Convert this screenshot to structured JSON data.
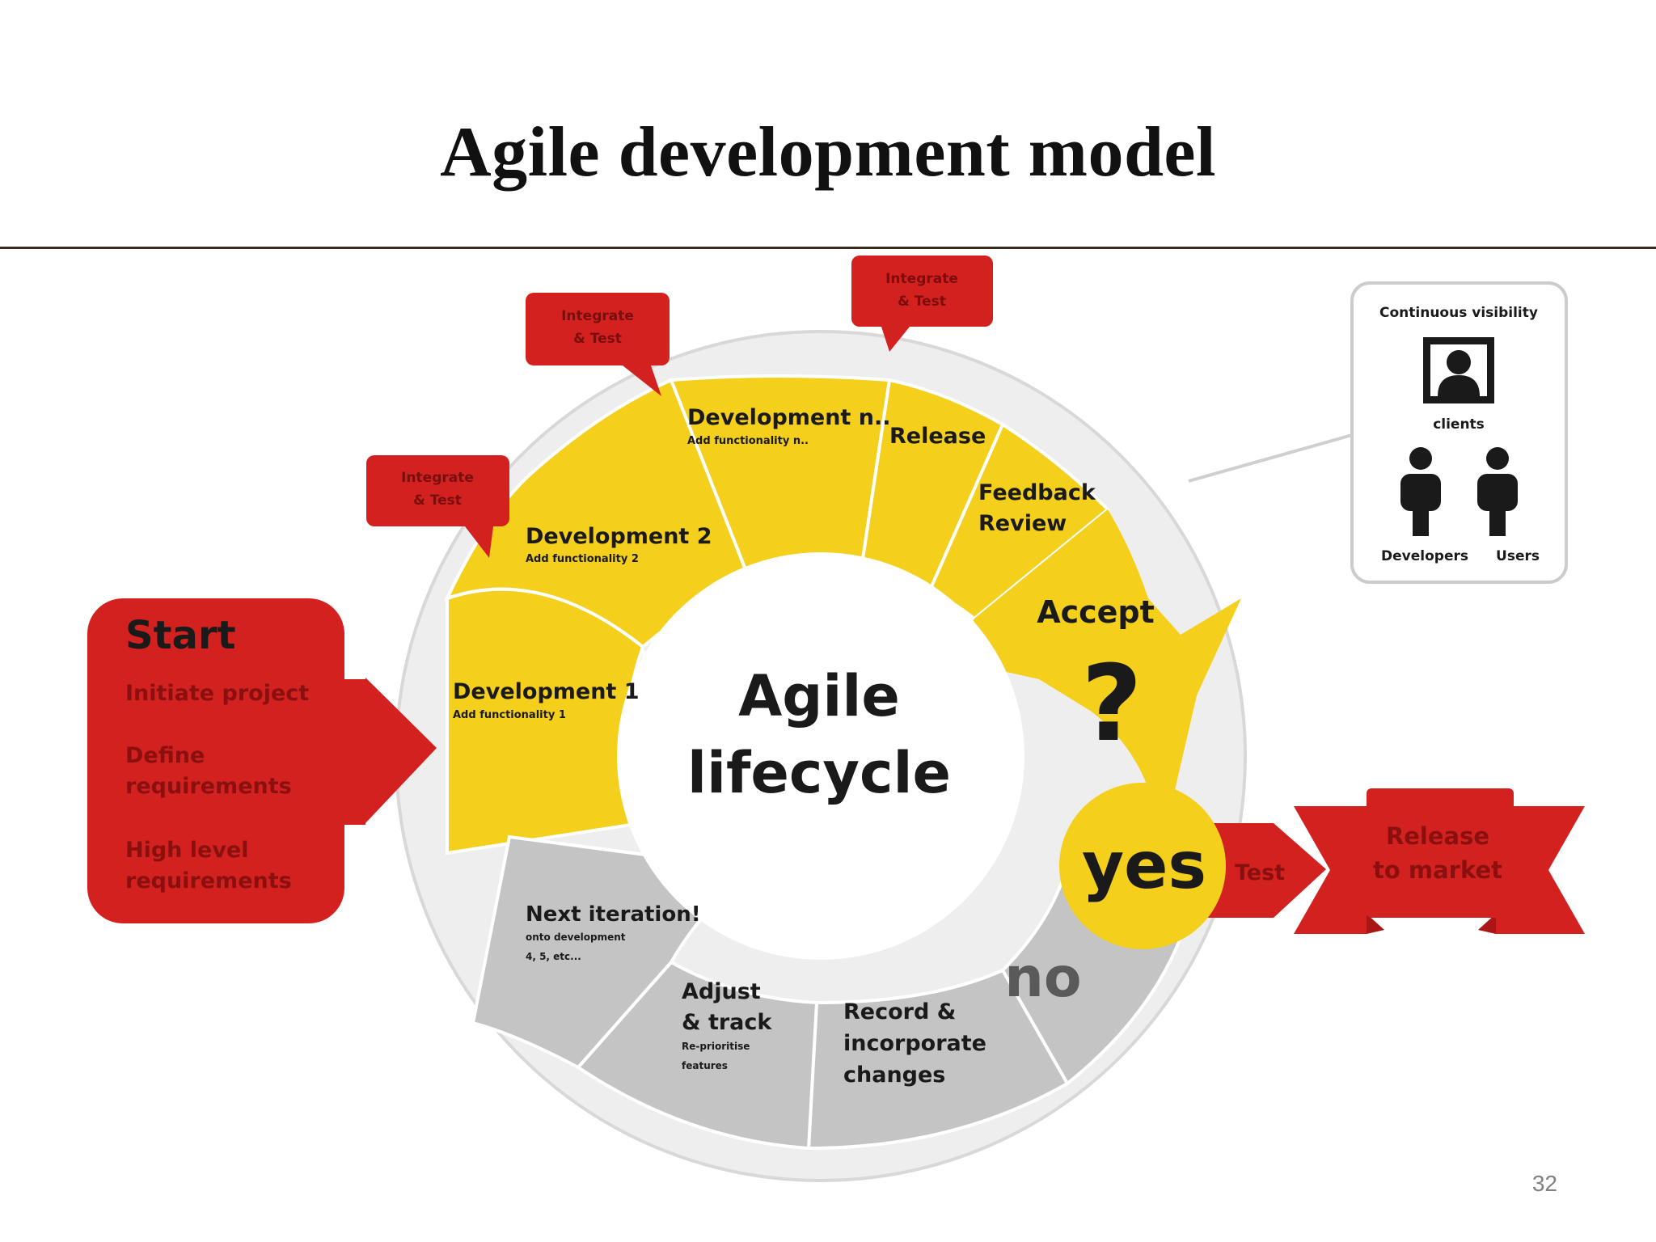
{
  "slide": {
    "title": "Agile development model",
    "page_number": "32"
  },
  "colors": {
    "yellow": "#f4cf1b",
    "gray": "#c4c4c4",
    "red": "#d3211f",
    "dark_red": "#a91615",
    "ring": "#eeeeee",
    "text": "#1a1a1a"
  },
  "diagram": {
    "center": {
      "line1": "Agile",
      "line2": "lifecycle"
    },
    "start": {
      "title": "Start",
      "items": [
        {
          "line1": "Initiate project",
          "line2": ""
        },
        {
          "line1": "Define",
          "line2": "requirements"
        },
        {
          "line1": "High level",
          "line2": "requirements"
        }
      ]
    },
    "stages": {
      "dev1": {
        "title": "Development 1",
        "sub": "Add functionality 1"
      },
      "dev2": {
        "title": "Development 2",
        "sub": "Add functionality 2"
      },
      "devn": {
        "title": "Development n..",
        "sub": "Add functionality n.."
      },
      "release": {
        "title": "Release"
      },
      "feedback": {
        "line1": "Feedback",
        "line2": "Review"
      },
      "accept": {
        "title": "Accept",
        "symbol": "?"
      },
      "no": {
        "label": "no"
      },
      "record": {
        "line1": "Record &",
        "line2": "incorporate",
        "line3": "changes"
      },
      "adjust": {
        "line1": "Adjust",
        "line2": "& track",
        "sub1": "Re-prioritise",
        "sub2": "features"
      },
      "next": {
        "title": "Next iteration!",
        "sub1": "onto development",
        "sub2": "4, 5, etc..."
      }
    },
    "integrate_bubbles": [
      {
        "line1": "Integrate",
        "line2": "& Test"
      },
      {
        "line1": "Integrate",
        "line2": "& Test"
      },
      {
        "line1": "Integrate",
        "line2": "& Test"
      }
    ],
    "yes": {
      "label": "yes",
      "test": "Test"
    },
    "release_market": {
      "line1": "Release",
      "line2": "to market"
    },
    "visibility": {
      "title": "Continuous visibility",
      "clients": "clients",
      "developers": "Developers",
      "users": "Users"
    }
  }
}
